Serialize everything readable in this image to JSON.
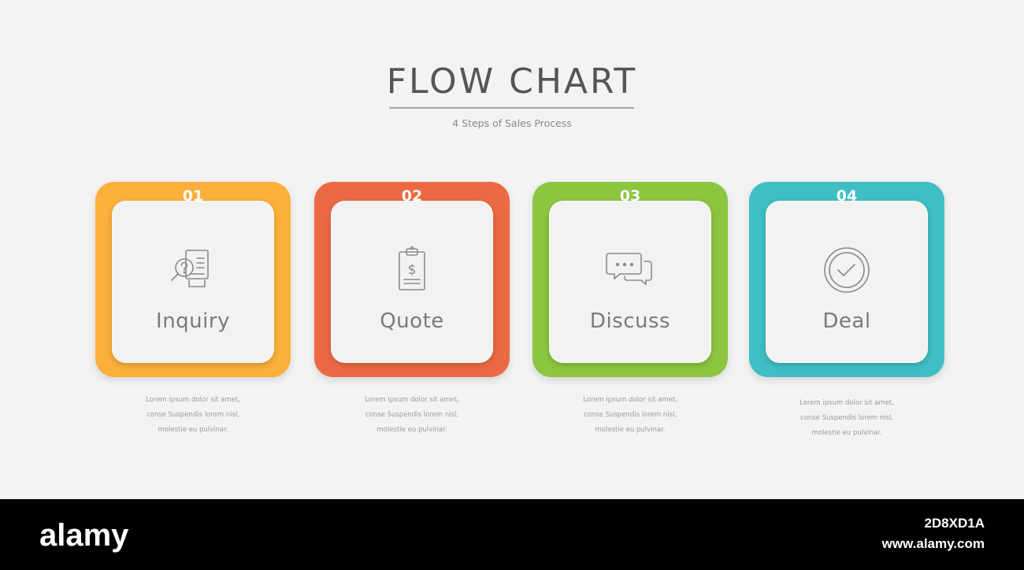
{
  "title": "FLOW CHART",
  "subtitle": "4 Steps of Sales Process",
  "steps": [
    {
      "number": "01",
      "label": "Inquiry",
      "icon": "search-question-document-icon",
      "color": "#fbb03b",
      "desc": [
        "Lorem ipsum dolor sit amet,",
        "conse Suspendis lorem nisl,",
        "molestie eu pulvinar."
      ]
    },
    {
      "number": "02",
      "label": "Quote",
      "icon": "clipboard-dollar-icon",
      "color": "#ec6a43",
      "desc": [
        "Lorem ipsum dolor sit amet,",
        "conse Suspendis lorem nisl,",
        "molestie eu pulvinar."
      ]
    },
    {
      "number": "03",
      "label": "Discuss",
      "icon": "chat-bubbles-icon",
      "color": "#8cc63f",
      "desc": [
        "Lorem ipsum dolor sit amet,",
        "conse Suspendis lorem nisl,",
        "molestie eu pulvinar."
      ]
    },
    {
      "number": "04",
      "label": "Deal",
      "icon": "checkmark-circle-icon",
      "color": "#3fbfc3",
      "desc": [
        "Lorem ipsum dolor sit amet,",
        "conse Suspendis lorem nisl,",
        "molestie eu pulvinar."
      ]
    }
  ],
  "footer": {
    "brand": "alamy",
    "image_id": "2D8XD1A",
    "site": "www.alamy.com"
  }
}
